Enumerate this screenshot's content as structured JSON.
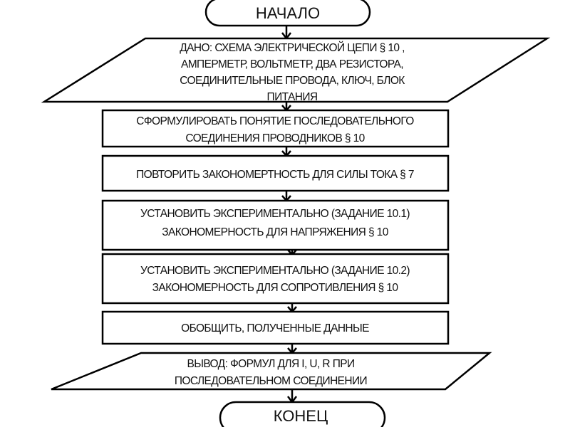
{
  "flowchart": {
    "start": "НАЧАЛО",
    "given": [
      "ДАНО: СХЕМА ЭЛЕКТРИЧЕСКОЙ ЦЕПИ § 10  ,",
      "АМПЕРМЕТР, ВОЛЬТМЕТР, ДВА РЕЗИСТОРА,",
      "СОЕДИНИТЕЛЬНЫЕ ПРОВОДА, КЛЮЧ, БЛОК",
      "ПИТАНИЯ"
    ],
    "steps": [
      [
        "СФОРМУЛИРОВАТЬ ПОНЯТИЕ ПОСЛЕДОВАТЕЛЬНОГО",
        "СОЕДИНЕНИЯ ПРОВОДНИКОВ § 10"
      ],
      [
        "ПОВТОРИТЬ ЗАКОНОМЕРТНОСТЬ ДЛЯ  СИЛЫ ТОКА § 7"
      ],
      [
        "УСТАНОВИТЬ ЭКСПЕРИМЕНТАЛЬНО (ЗАДАНИЕ 10.1)",
        "ЗАКОНОМЕРНОСТЬ ДЛЯ НАПРЯЖЕНИЯ § 10"
      ],
      [
        "УСТАНОВИТЬ ЭКСПЕРИМЕНТАЛЬНО (ЗАДАНИЕ 10.2)",
        "ЗАКОНОМЕРНОСТЬ ДЛЯ СОПРОТИВЛЕНИЯ § 10"
      ],
      [
        "ОБОБЩИТЬ, ПОЛУЧЕННЫЕ ДАННЫЕ"
      ]
    ],
    "output": [
      "ВЫВОД:  ФОРМУЛ ДЛЯ I, U, R ПРИ",
      "ПОСЛЕДОВАТЕЛЬНОМ СОЕДИНЕНИИ"
    ],
    "end": "КОНЕЦ"
  }
}
